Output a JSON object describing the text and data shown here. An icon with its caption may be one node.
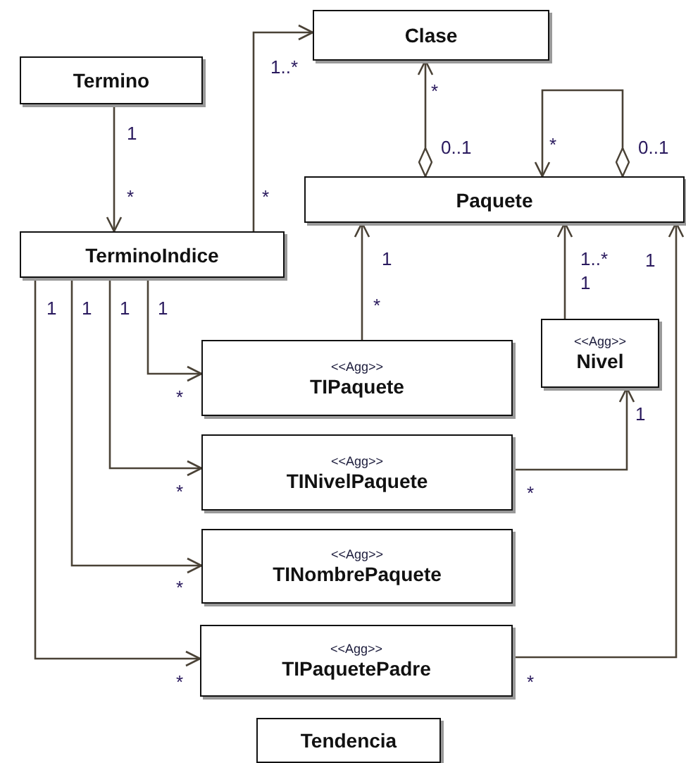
{
  "diagram": {
    "nodes": [
      {
        "text": [
          "Clase"
        ]
      },
      {
        "text": [
          "Termino"
        ]
      },
      {
        "text": [
          "Paquete"
        ]
      },
      {
        "text": [
          "TerminoIndice"
        ]
      },
      {
        "text": [
          "<<Agg>>",
          "TIPaquete"
        ]
      },
      {
        "text": [
          "<<Agg>>",
          "Nivel"
        ]
      },
      {
        "text": [
          "<<Agg>>",
          "TINivelPaquete"
        ]
      },
      {
        "text": [
          "<<Agg>>",
          "TINombrePaquete"
        ]
      },
      {
        "text": [
          "<<Agg>>",
          "TIPaquetePadre"
        ]
      },
      {
        "text": [
          "Tendencia"
        ]
      }
    ],
    "edges": [
      {
        "from": 1,
        "to": 3,
        "arrow": "to"
      },
      {
        "from": 3,
        "to": 0,
        "arrow": "to"
      },
      {
        "from": 2,
        "to": 0,
        "arrow": "to"
      },
      {
        "from": 2,
        "to": 2,
        "arrow": "to"
      },
      {
        "from": 4,
        "to": 2,
        "arrow": "to"
      },
      {
        "from": 5,
        "to": 2,
        "arrow": "to"
      },
      {
        "from": 8,
        "to": 2,
        "arrow": "to"
      },
      {
        "from": 6,
        "to": 5,
        "arrow": "to"
      },
      {
        "from": 3,
        "to": 4,
        "arrow": "to"
      },
      {
        "from": 3,
        "to": 6,
        "arrow": "to"
      },
      {
        "from": 3,
        "to": 7,
        "arrow": "to"
      },
      {
        "from": 3,
        "to": 8,
        "arrow": "to"
      }
    ],
    "labels": [
      "1..*",
      "*",
      "1",
      "0..1",
      "*",
      "0..1",
      "*",
      "*",
      "1",
      "1..*",
      "1",
      "1",
      "1",
      "1",
      "1",
      "1",
      "*",
      "*",
      "1",
      "*",
      "*",
      "*",
      "*",
      "*"
    ]
  }
}
